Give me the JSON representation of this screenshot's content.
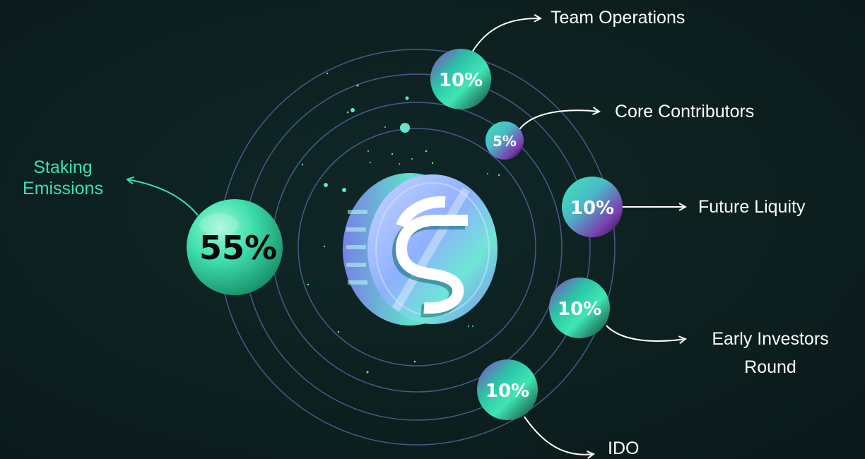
{
  "chart_data": {
    "type": "pie",
    "title": "",
    "slices": [
      {
        "label": "Staking Emissions",
        "value": 55,
        "display": "55%"
      },
      {
        "label": "Team Operations",
        "value": 10,
        "display": "10%"
      },
      {
        "label": "Core Contributors",
        "value": 5,
        "display": "5%"
      },
      {
        "label": "Future Liquity",
        "value": 10,
        "display": "10%"
      },
      {
        "label": "Early Investors Round",
        "value": 10,
        "display": "10%"
      },
      {
        "label": "IDO",
        "value": 10,
        "display": "10%"
      }
    ]
  },
  "labels": {
    "staking_line1": "Staking",
    "staking_line2": "Emissions",
    "team": "Team Operations",
    "core": "Core Contributors",
    "future": "Future Liquity",
    "early_line1": "Early Investors",
    "early_line2": "Round",
    "ido": "IDO"
  },
  "colors": {
    "background": "#0e2121",
    "accent_green": "#37e3b0",
    "orbit": "#4a5a8a",
    "purple": "#7a3fb0"
  },
  "icons": {
    "center_logo": "token-coin-icon"
  }
}
